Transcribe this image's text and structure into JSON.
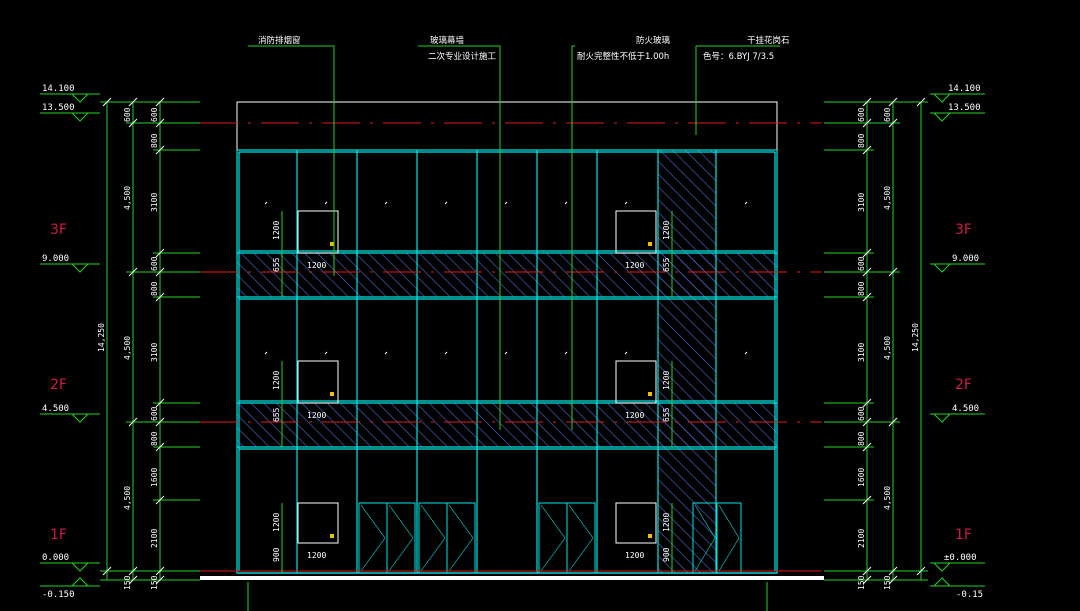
{
  "colors": {
    "background": "#000000",
    "wall_cyan": "#00e5e5",
    "hatch_blue": "#4a62c8",
    "leader_green": "#22d422",
    "level_line_red": "#e01b1b",
    "floor_label_magenta": "#d0174a",
    "ground_white": "#ffffff"
  },
  "annotations": [
    {
      "id": "smoke-window",
      "text": "消防排烟窗"
    },
    {
      "id": "glass-curtain",
      "lines": [
        "玻璃幕墙",
        "二次专业设计施工"
      ]
    },
    {
      "id": "fire-glass",
      "lines": [
        "防火玻璃",
        "耐火完整性不低于1.00h"
      ]
    },
    {
      "id": "granite",
      "lines": [
        "干挂花岗石",
        "色号：6.BYJ 7/3.5"
      ]
    }
  ],
  "levels": [
    {
      "floor": "",
      "elevation": "14.100"
    },
    {
      "floor": "",
      "elevation": "13.500"
    },
    {
      "floor": "3F",
      "elevation": "9.000"
    },
    {
      "floor": "2F",
      "elevation": "4.500"
    },
    {
      "floor": "1F",
      "elevation": "0.000",
      "elevation_right": "±0.000"
    },
    {
      "floor": "",
      "elevation": "-0.150",
      "elevation_right": "-0.15"
    }
  ],
  "dimensions": {
    "total": "14,250",
    "floor_heights": [
      "600",
      "4,500",
      "4,500",
      "4,500",
      "150"
    ],
    "detail_heights": [
      "600",
      "800",
      "3100",
      "600",
      "800",
      "3100",
      "600",
      "800",
      "1600",
      "2100",
      "150"
    ],
    "window_width": "1200",
    "window_height": "1200",
    "band_height": "655",
    "sill_height": "900"
  }
}
